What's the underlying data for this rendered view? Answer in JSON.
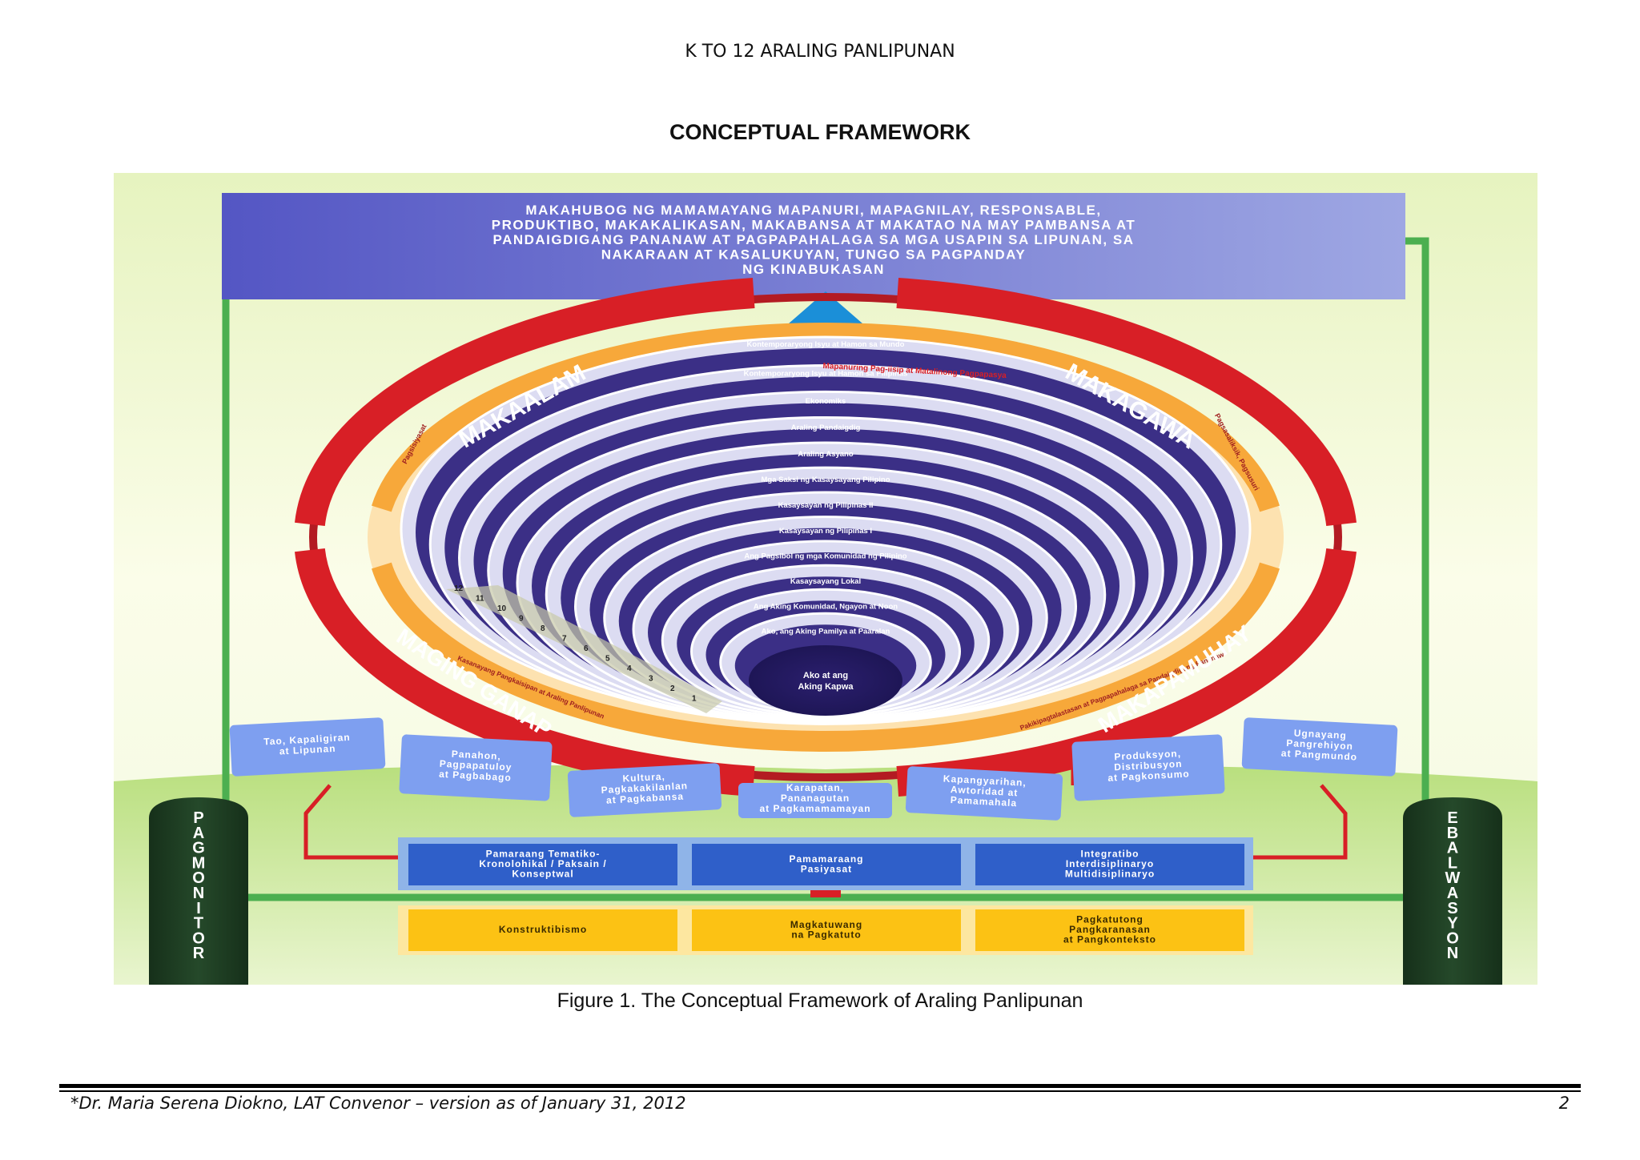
{
  "header": {
    "text": "K TO 12 ARALING PANLIPUNAN"
  },
  "title": "CONCEPTUAL FRAMEWORK",
  "figure": {
    "goal_lines": [
      "MAKAHUBOG NG MAMAMAYANG MAPANURI, MAPAGNILAY, RESPONSABLE,",
      "PRODUKTIBO, MAKAKALIKASAN, MAKABANSA AT MAKATAO NA MAY PAMBANSA AT",
      "PANDAIGDIGANG PANANAW AT PAGPAPAHALAGA SA MGA USAPIN SA LIPUNAN, SA",
      "NAKARAAN AT KASALUKUYAN, TUNGO SA PAGPANDAY",
      "NG KINABUKASAN"
    ],
    "ring_labels": {
      "top_left": "MAKAALAM",
      "top_right": "MAKAGAWA",
      "bottom_left": "MAGING GANAP",
      "bottom_right": "MAKAPAMUHAY"
    },
    "inner_ring_texts": {
      "top": "Mapanuring Pag-iisip at Matalinong Pagpapasya",
      "left": "Pagsisiyasat",
      "right": "Pagsasaliksik, Pagsusuri",
      "bottom_left": "Kasanayang Pangkaisipan at Araling Panlipunan",
      "bottom_right": "Pakikipagtalastasan at Pagpapahalaga sa Pandaigdigang Pananaw"
    },
    "levels": [
      "Kontemporaryong Isyu at Hamon sa Mundo",
      "Kontemporaryong Isyu at Hamon sa Pilipinas",
      "Ekonomiks",
      "Araling Pandaigdig",
      "Araling Asyano",
      "Mga Saksi ng Kasaysayang Pilipino",
      "Kasaysayan ng Pilipinas II",
      "Kasaysayan ng Pilipinas I",
      "Ang Pagsibol ng mga Komunidad ng Pilipino",
      "Kasaysayang Lokal",
      "Ang Aking Komunidad, Ngayon at Noon",
      "Ako, ang Aking Pamilya at Paaralan"
    ],
    "center": [
      "Ako at ang",
      "Aking Kapwa"
    ],
    "grade_numbers": [
      "12",
      "11",
      "10",
      "9",
      "8",
      "7",
      "6",
      "5",
      "4",
      "3",
      "2",
      "1"
    ],
    "themes": [
      [
        "Tao, Kapaligiran",
        "at Lipunan"
      ],
      [
        "Panahon,",
        "Pagpapatuloy",
        "at Pagbabago"
      ],
      [
        "Kultura,",
        "Pagkakakilanlan",
        "at Pagkabansa"
      ],
      [
        "Karapatan,",
        "Pananagutan",
        "at Pagkamamamayan"
      ],
      [
        "Kapangyarihan,",
        "Awtoridad at",
        "Pamamahala"
      ],
      [
        "Produksyon,",
        "Distribusyon",
        "at Pagkonsumo"
      ],
      [
        "Ugnayang",
        "Pangrehiyon",
        "at Pangmundo"
      ]
    ],
    "approaches": [
      [
        "Pamaraang Tematiko-",
        "Kronolohikal / Paksain /",
        "Konseptwal"
      ],
      [
        "Pamamaraang",
        "Pasiyasat"
      ],
      [
        "Integratibo",
        "Interdisiplinaryo",
        "Multidisiplinaryo"
      ]
    ],
    "foundations": [
      [
        "Konstruktibismo"
      ],
      [
        "Magkatuwang",
        "na Pagkatuto"
      ],
      [
        "Pagkatutong",
        "Pangkaranasan",
        "at Pangkonteksto"
      ]
    ],
    "left_pillar": "PAGMONITOR",
    "right_pillar": "EBALWASYON",
    "colors": {
      "ring_red": "#d81f26",
      "ring_orange": "#f7a83a",
      "level_dark": "#3b2f86",
      "level_light": "#dcdcf2",
      "approach_blue": "#2f5fc9",
      "foundation_yellow": "#fcc214",
      "pillar_green": "#1e3b1d",
      "frame_green": "#4caf50"
    }
  },
  "caption": "Figure 1. The Conceptual Framework of Araling Panlipunan",
  "footer": {
    "note": "*Dr. Maria Serena Diokno, LAT Convenor – version as of January 31, 2012",
    "page": "2"
  }
}
